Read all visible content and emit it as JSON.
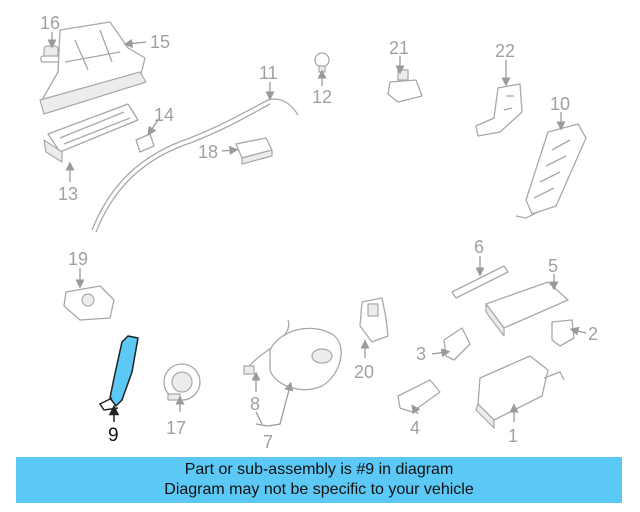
{
  "diagram": {
    "highlight_color": "#5bc8f5",
    "callouts": [
      "16",
      "15",
      "14",
      "13",
      "11",
      "12",
      "18",
      "21",
      "22",
      "10",
      "19",
      "6",
      "5",
      "2",
      "3",
      "20",
      "8",
      "7",
      "9",
      "17",
      "4",
      "1"
    ]
  },
  "banner": {
    "line1": "Part or sub-assembly is #9 in diagram",
    "line2": "Diagram may not be specific to your vehicle"
  }
}
